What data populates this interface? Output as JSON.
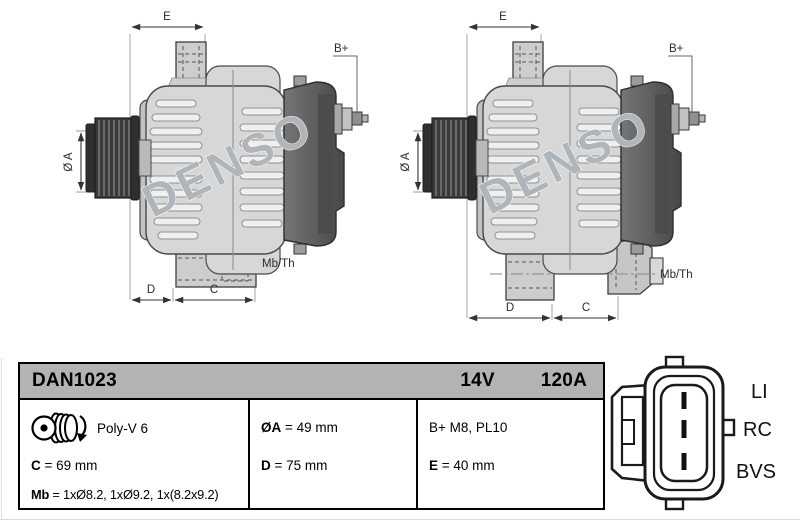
{
  "drawing_left": {
    "dim_e": "E",
    "dim_diameter_a": "Ø A",
    "dim_d": "D",
    "dim_c": "C",
    "terminal_bplus": "B+",
    "mount_label": "Mb/Th",
    "watermark": "DENSO"
  },
  "drawing_right": {
    "dim_e": "E",
    "dim_diameter_a": "Ø A",
    "dim_d": "D",
    "dim_c": "C",
    "terminal_bplus": "B+",
    "mount_label": "Mb/Th",
    "watermark": "DENSO"
  },
  "spec_table": {
    "part_number": "DAN1023",
    "voltage": "14V",
    "amperage": "120A",
    "pulley_type": "Poly-V 6",
    "c_label": "C",
    "c_value": " = 69 mm",
    "mb_label": "Mb",
    "mb_value": " = 1xØ8.2, 1xØ9.2, 1x(8.2x9.2)",
    "oa_label": "ØA",
    "oa_value": " = 49 mm",
    "d_label": "D",
    "d_value": " = 75 mm",
    "bplus_value": "B+ M8, PL10",
    "e_label": "E",
    "e_value": " = 40 mm"
  },
  "connector": {
    "labels": [
      "LI",
      "RC",
      "BVS"
    ]
  }
}
